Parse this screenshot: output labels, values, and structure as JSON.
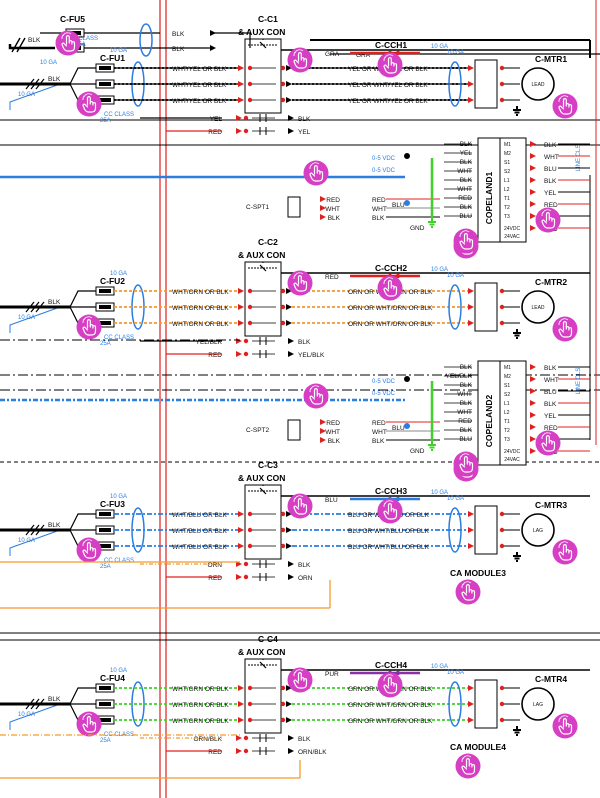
{
  "colors": {
    "touch_marker": "#d63fc4",
    "wire_blue": "#2a7de1",
    "wire_red": "#e0201f",
    "wire_orange": "#f39a2c",
    "wire_green": "#3fd12a",
    "wire_purple": "#8a2fa8",
    "wire_black": "#000000"
  },
  "icons": {
    "touch_marker": "hand-pointer-icon",
    "motor": "motor-icon",
    "fuse": "fuse-icon"
  },
  "top": {
    "fuse": "C-FU5",
    "gauge": "10 GA",
    "fuse_class": "CC CLASS",
    "fuse_rating": "1.25A",
    "wire_blk_1": "BLK",
    "wire_blk_2": "BLK",
    "wire_gra": "GRA"
  },
  "groups": [
    {
      "fuse": "C-FU1",
      "fuse_class": "CC CLASS",
      "fuse_rating": "25A",
      "gauge_in": "10 GA",
      "gauge_top": "10 GA",
      "feed_label": "BLK",
      "contactor": "C-C1",
      "aux_con": "& AUX CON",
      "ccheater": "C-CCH1",
      "cch_wire": "GRA",
      "motor": "C-MTR1",
      "motor_tag": "LEAD",
      "gauge_motor": "10 GA",
      "line_wires": [
        "WHT/YEL OR BLK",
        "WHT/YEL OR BLK",
        "WHT/YEL OR BLK"
      ],
      "load_wires": [
        "YEL OR WHT/YEL OR BLK",
        "YEL OR WHT/YEL OR BLK",
        "YEL OR WHT/YEL OR BLK"
      ],
      "aux_wires": [
        "YEL",
        "RED"
      ],
      "aux_out": [
        "BLK",
        "YEL"
      ],
      "terminals": [
        "T1",
        "T2",
        "T3"
      ],
      "module": "COPELAND1",
      "module_v": "24VDC",
      "module_vac": "24VAC",
      "mod_pins": [
        "M1",
        "M2",
        "S1",
        "S2",
        "L1",
        "L2",
        "T1",
        "T2",
        "T3"
      ],
      "mod_left": [
        "BLK",
        "YEL",
        "BLK",
        "WHT",
        "BLK",
        "WHT",
        "RED",
        "BLK",
        "BLU"
      ],
      "mod_right": [
        "BLK",
        "WHT",
        "BLU",
        "BLK",
        "YEL",
        "RED",
        "BLK",
        "RED"
      ],
      "vdc": "0-5 VDC",
      "spt": "C-SPT1",
      "spt_wires": [
        "RED",
        "WHT",
        "BLK"
      ],
      "gnd": "GND",
      "cls": "LINE CLS"
    },
    {
      "fuse": "C-FU2",
      "fuse_class": "CC CLASS",
      "fuse_rating": "25A",
      "gauge_in": "10 GA",
      "gauge_top": "10 GA",
      "feed_label": "BLK",
      "contactor": "C-C2",
      "aux_con": "& AUX CON",
      "ccheater": "C-CCH2",
      "cch_wire": "RED",
      "motor": "C-MTR2",
      "motor_tag": "LEAD",
      "gauge_motor": "10 GA",
      "line_wires": [
        "WHT/ORN OR BLK",
        "WHT/ORN OR BLK",
        "WHT/ORN OR BLK"
      ],
      "load_wires": [
        "ORN OR WHT/ORN OR BLK",
        "ORN OR WHT/ORN OR BLK",
        "ORN OR WHT/ORN OR BLK"
      ],
      "aux_wires": [
        "YEL/BLK",
        "RED"
      ],
      "aux_out": [
        "BLK",
        "YEL/BLK"
      ],
      "terminals": [
        "T1",
        "T2",
        "T3"
      ],
      "module": "COPELAND2",
      "module_v": "24VDC",
      "module_vac": "24VAC",
      "mod_pins": [
        "M1",
        "M2",
        "S1",
        "S2",
        "L1",
        "L2",
        "T1",
        "T2",
        "T3"
      ],
      "mod_left": [
        "BLK",
        "YEL/BLK",
        "BLK",
        "WHT",
        "BLK",
        "WHT",
        "RED",
        "BLK",
        "BLU"
      ],
      "mod_right": [
        "BLK",
        "WHT",
        "BLU",
        "BLK",
        "YEL",
        "RED",
        "BLK",
        "RED"
      ],
      "vdc": "0-5 VDC",
      "spt": "C-SPT2",
      "spt_wires": [
        "RED",
        "WHT",
        "BLK"
      ],
      "gnd": "GND",
      "cls": "LINE CLS"
    },
    {
      "fuse": "C-FU3",
      "fuse_class": "CC CLASS",
      "fuse_rating": "25A",
      "gauge_in": "10 GA",
      "gauge_top": "10 GA",
      "feed_label": "BLK",
      "contactor": "C-C3",
      "aux_con": "& AUX CON",
      "ccheater": "C-CCH3",
      "cch_wire": "BLU",
      "motor": "C-MTR3",
      "motor_tag": "LAG",
      "gauge_motor": "10 GA",
      "line_wires": [
        "WHT/BLU OR BLK",
        "WHT/BLU OR BLK",
        "WHT/BLU OR BLK"
      ],
      "load_wires": [
        "BLU OR WHT/BLU OR BLK",
        "BLU OR WHT/BLU OR BLK",
        "BLU OR WHT/BLU OR BLK"
      ],
      "aux_wires": [
        "ORN",
        "RED"
      ],
      "aux_out": [
        "BLK",
        "ORN"
      ],
      "terminals": [
        "T1",
        "T2",
        "T3"
      ],
      "module": "CA MODULE3"
    },
    {
      "fuse": "C-FU4",
      "fuse_class": "CC CLASS",
      "fuse_rating": "25A",
      "gauge_in": "10 GA",
      "gauge_top": "10 GA",
      "feed_label": "BLK",
      "contactor": "C-C4",
      "aux_con": "& AUX CON",
      "ccheater": "C-CCH4",
      "cch_wire": "PUR",
      "motor": "C-MTR4",
      "motor_tag": "LAG",
      "gauge_motor": "10 GA",
      "line_wires": [
        "WHT/GRN OR BLK",
        "WHT/GRN OR BLK",
        "WHT/GRN OR BLK"
      ],
      "load_wires": [
        "GRN OR WHT/GRN OR BLK",
        "GRN OR WHT/GRN OR BLK",
        "GRN OR WHT/GRN OR BLK"
      ],
      "aux_wires": [
        "ORN/BLK",
        "RED"
      ],
      "aux_out": [
        "BLK",
        "ORN/BLK"
      ],
      "terminals": [
        "T1",
        "T2",
        "T3"
      ],
      "module": "CA MODULE4"
    }
  ]
}
